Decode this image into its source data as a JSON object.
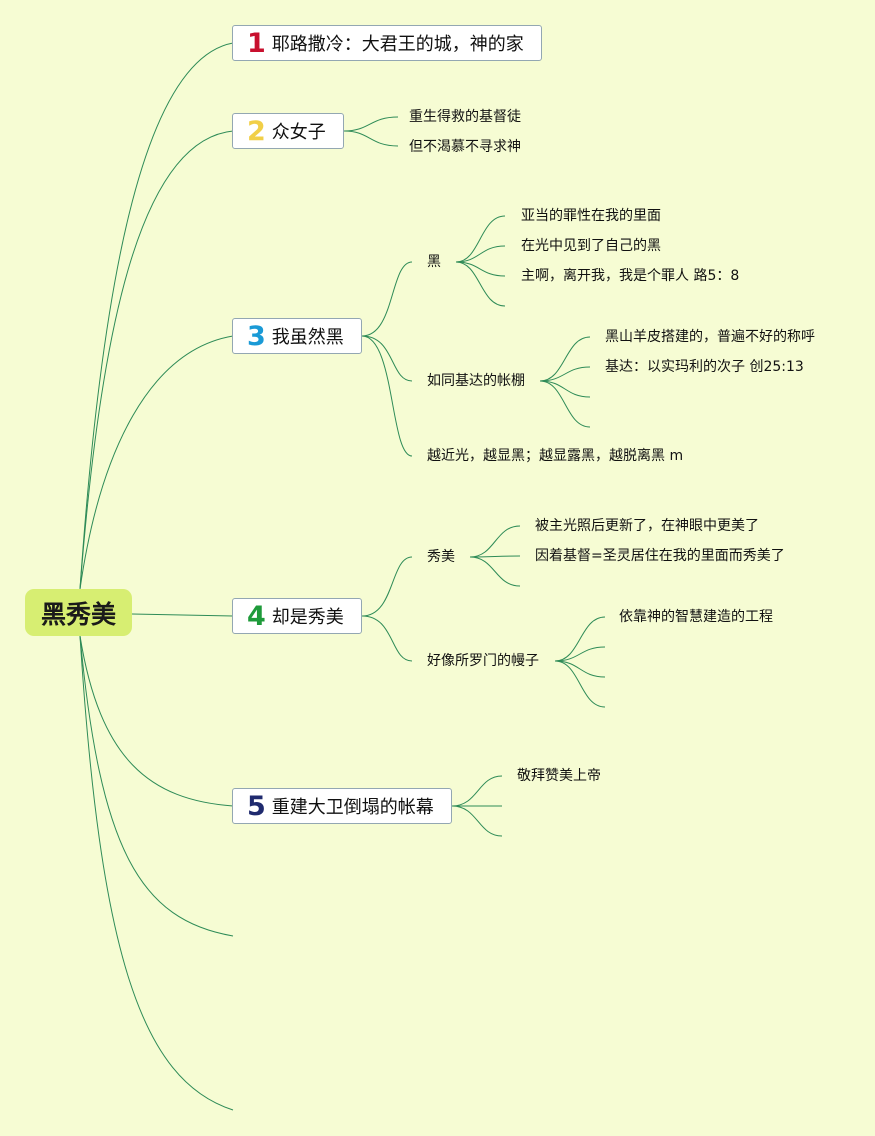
{
  "root": "黑秀美",
  "topics": [
    {
      "number": "1",
      "color": "#c8102e",
      "label": "耶路撒冷：大君王的城，神的家",
      "children": []
    },
    {
      "number": "2",
      "color": "#f1cf48",
      "label": "众女子",
      "children": [
        {
          "label": "重生得救的基督徒"
        },
        {
          "label": "但不渴慕不寻求神"
        }
      ]
    },
    {
      "number": "3",
      "color": "#1a9ad6",
      "label": "我虽然黑",
      "children": [
        {
          "label": "黑",
          "children": [
            "亚当的罪性在我的里面",
            "在光中见到了自己的黑",
            "主啊，离开我，我是个罪人 路5：8",
            ""
          ]
        },
        {
          "label": "如同基达的帐棚",
          "children": [
            "黑山羊皮搭建的，普遍不好的称呼",
            "基达：以实玛利的次子 创25:13",
            "",
            ""
          ]
        },
        {
          "label": "越近光，越显黑；越显露黑，越脱离黑 m",
          "children": []
        }
      ]
    },
    {
      "number": "4",
      "color": "#1e9a3a",
      "label": "却是秀美",
      "children": [
        {
          "label": "秀美",
          "children": [
            "被主光照后更新了，在神眼中更美了",
            "因着基督=圣灵居住在我的里面而秀美了",
            ""
          ]
        },
        {
          "label": "好像所罗门的幔子",
          "children": [
            "依靠神的智慧建造的工程",
            "",
            "",
            ""
          ]
        }
      ]
    },
    {
      "number": "5",
      "color": "#1f2a6e",
      "label": "重建大卫倒塌的帐幕",
      "children": [
        {
          "label": "敬拜赞美上帝"
        },
        {
          "label": ""
        },
        {
          "label": ""
        }
      ]
    }
  ],
  "colors": {
    "background": "#f6fcd3",
    "line": "#2e8b57",
    "root_fill": "#d7ee72"
  }
}
